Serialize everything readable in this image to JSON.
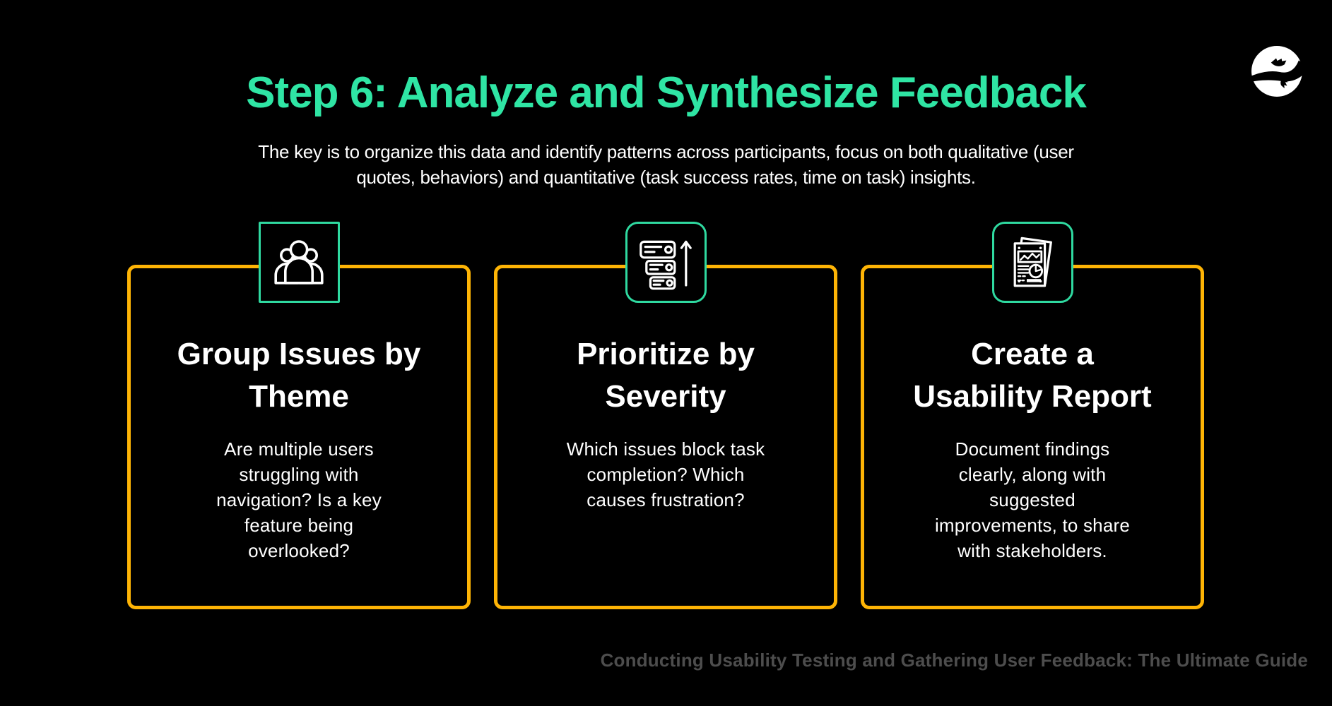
{
  "header": {
    "title": "Step 6: Analyze and Synthesize Feedback",
    "subtitle": "The key is to organize this data and identify patterns across participants, focus on both qualitative (user quotes, behaviors) and quantitative (task success rates, time on task) insights.",
    "subtitle_lines": [
      "The key is to organize this data and identify patterns across participants, focus on both qualitative (user",
      "quotes, behaviors) and quantitative (task success rates, time on task) insights."
    ]
  },
  "cards": [
    {
      "icon": "people-group-icon",
      "title": "Group Issues by Theme",
      "title_lines": [
        "Group Issues by",
        "Theme"
      ],
      "description": "Are multiple users struggling with navigation? Is a key feature being overlooked?",
      "description_lines": [
        "Are multiple users",
        "struggling with",
        "navigation? Is a key",
        "feature being",
        "overlooked?"
      ]
    },
    {
      "icon": "priority-stack-icon",
      "title": "Prioritize by Severity",
      "title_lines": [
        "Prioritize by",
        "Severity"
      ],
      "description": "Which issues block task completion? Which causes frustration?",
      "description_lines": [
        "Which issues block task",
        "completion? Which",
        "causes frustration?"
      ]
    },
    {
      "icon": "usability-report-icon",
      "title": "Create a Usability Report",
      "title_lines": [
        "Create a",
        "Usability Report"
      ],
      "description": "Document findings clearly, along with suggested improvements, to share with stakeholders.",
      "description_lines": [
        "Document findings",
        "clearly, along with",
        "suggested",
        "improvements, to share",
        "with stakeholders."
      ]
    }
  ],
  "footer": {
    "caption": "Conducting Usability Testing and Gathering User Feedback: The Ultimate Guide"
  },
  "logo": {
    "icon": "gecko-logo-icon"
  },
  "colors": {
    "background": "#000000",
    "accent_green": "#2FE5A4",
    "icon_border_green": "#2FD9A0",
    "card_border_yellow": "#FEB405",
    "text": "#FFFFFF",
    "footer_text": "#4D4D4D"
  }
}
